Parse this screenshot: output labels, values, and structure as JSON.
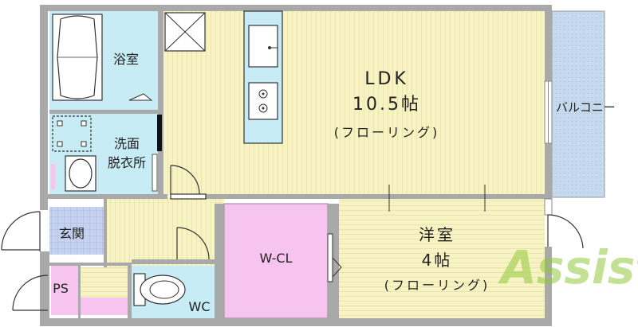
{
  "plan": {
    "rooms": {
      "ldk": {
        "name": "LDK",
        "size": "10.5帖",
        "flooring": "(フローリング)"
      },
      "western_room": {
        "name": "洋室",
        "size": "4帖",
        "flooring": "(フローリング)"
      },
      "bathroom": {
        "name": "浴室"
      },
      "washroom": {
        "name_line1": "洗面",
        "name_line2": "脱衣所"
      },
      "entrance": {
        "name": "玄関"
      },
      "closet": {
        "name": "W-CL"
      },
      "toilet": {
        "name": "WC"
      },
      "pipe_space": {
        "name": "PS"
      },
      "balcony": {
        "name": "バルコニー"
      }
    },
    "watermark": {
      "text": "Assist"
    },
    "colors": {
      "ldk": "#f7f3c2",
      "western_room": "#f7f3c2",
      "wet_area": "#c7ecf5",
      "entrance_tile": "#c6d2ef",
      "closet": "#f6c4ee",
      "balcony": "#c6daef",
      "hall": "#f7f3c2",
      "wall": "#a9a9a9",
      "watermark": "#92c83e"
    }
  }
}
